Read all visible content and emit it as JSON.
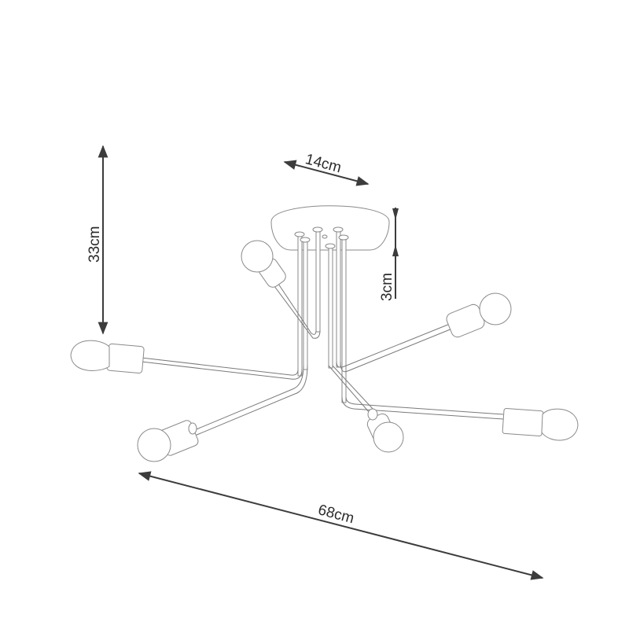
{
  "drawing": {
    "type": "technical-dimension-drawing",
    "subject": "ceiling lamp with 6 arms",
    "line_color": "#8a8a8a",
    "dimension_color": "#3c3c3c",
    "background": "#ffffff"
  },
  "dimensions": {
    "canopy_diameter": {
      "label": "14cm",
      "value": 14,
      "unit": "cm"
    },
    "total_height": {
      "label": "33cm",
      "value": 33,
      "unit": "cm"
    },
    "canopy_height": {
      "label": "3cm",
      "value": 3,
      "unit": "cm"
    },
    "total_width": {
      "label": "68cm",
      "value": 68,
      "unit": "cm"
    }
  },
  "fixture": {
    "canopy": "round-ceiling-canopy",
    "arm_count": 6,
    "bulb_count": 6
  }
}
